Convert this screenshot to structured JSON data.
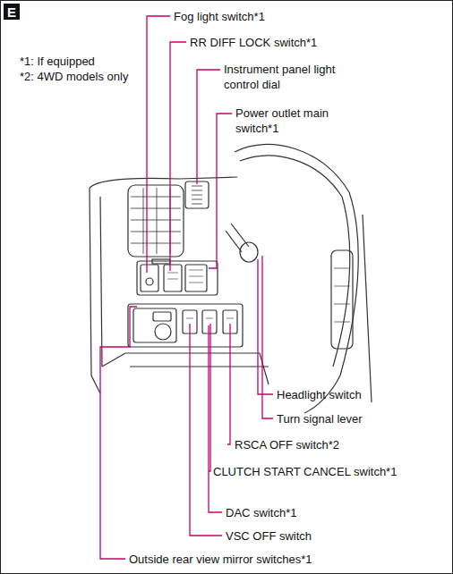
{
  "diagram": {
    "nodes": [
      {
        "text": [
          "E"
        ]
      }
    ],
    "labels": [
      "*1: If equipped",
      "*2: 4WD models only",
      "Fog light switch*1",
      "RR DIFF LOCK switch*1",
      "Instrument panel light control dial",
      "Power outlet main switch*1",
      "Headlight switch",
      "Turn signal lever",
      "RSCA OFF switch*2",
      "CLUTCH START CANCEL switch*1",
      "DAC switch*1",
      "VSC OFF switch",
      "Outside rear view mirror switches*1"
    ]
  }
}
